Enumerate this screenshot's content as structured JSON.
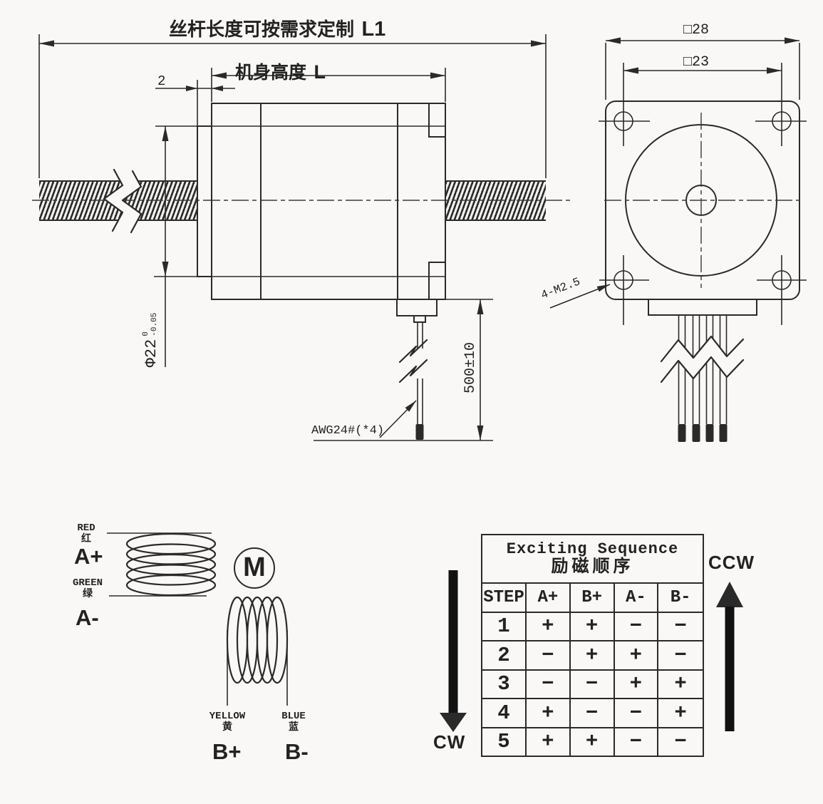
{
  "side_view": {
    "screw_length_label": "丝杆长度可按需求定制",
    "screw_length_code": "L1",
    "body_height_label": "机身高度",
    "body_height_code": "L",
    "plate_thickness": "2",
    "boss_diameter": "Φ22",
    "boss_tol_upper": "0",
    "boss_tol_lower": "-0.05",
    "lead_wire_length": "500±10",
    "wire_gauge_label": "AWG24#(*4)"
  },
  "front_view": {
    "outer_size": "□28",
    "hole_spacing": "□23",
    "mount_holes_label": "4-M2.5"
  },
  "wiring_diagram": {
    "motor_symbol": "M",
    "phases": [
      {
        "color_en": "RED",
        "color_zh": "红",
        "terminal": "A+"
      },
      {
        "color_en": "GREEN",
        "color_zh": "绿",
        "terminal": "A-"
      },
      {
        "color_en": "YELLOW",
        "color_zh": "黄",
        "terminal": "B+"
      },
      {
        "color_en": "BLUE",
        "color_zh": "蓝",
        "terminal": "B-"
      }
    ]
  },
  "excitation_table": {
    "title_en": "Exciting Sequence",
    "title_zh": "励磁顺序",
    "headers": [
      "STEP",
      "A+",
      "B+",
      "A-",
      "B-"
    ],
    "rows": [
      {
        "step": "1",
        "values": [
          "+",
          "+",
          "−",
          "−"
        ]
      },
      {
        "step": "2",
        "values": [
          "−",
          "+",
          "+",
          "−"
        ]
      },
      {
        "step": "3",
        "values": [
          "−",
          "−",
          "+",
          "+"
        ]
      },
      {
        "step": "4",
        "values": [
          "+",
          "−",
          "−",
          "+"
        ]
      },
      {
        "step": "5",
        "values": [
          "+",
          "+",
          "−",
          "−"
        ]
      }
    ],
    "cw_label": "CW",
    "ccw_label": "CCW"
  },
  "colors": {
    "line": "#2a2a2a",
    "background": "#f9f8f6"
  }
}
